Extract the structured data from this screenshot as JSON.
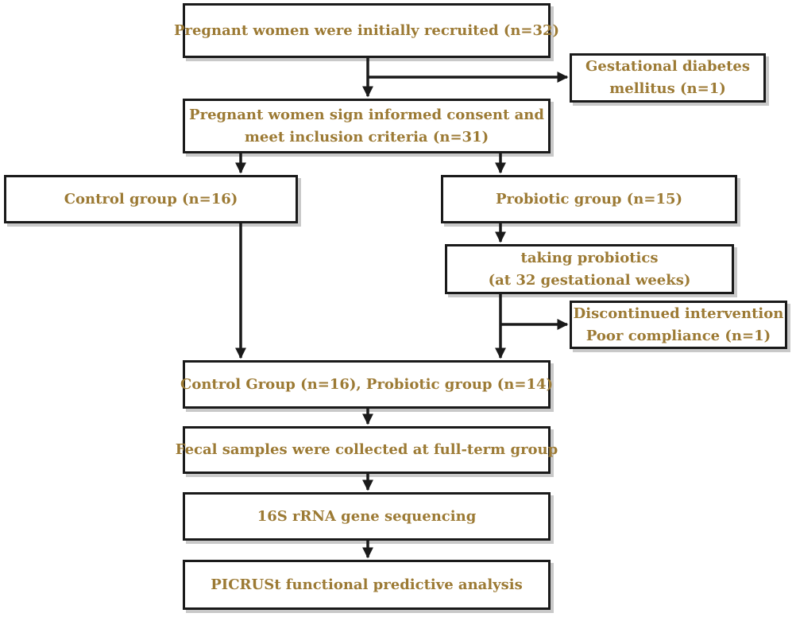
{
  "colors": {
    "text": "#9c7a34",
    "border": "#1a1a1a",
    "arrow": "#1a1a1a",
    "shadow": "#c9c9c9"
  },
  "boxes": {
    "recruited": [
      "Pregnant women were initially recruited (n=32)"
    ],
    "gdm": [
      "Gestational diabetes",
      "mellitus (n=1)"
    ],
    "consent": [
      "Pregnant women sign informed consent and",
      "meet inclusion criteria (n=31)"
    ],
    "control": [
      "Control group (n=16)"
    ],
    "probiotic": [
      "Probiotic group (n=15)"
    ],
    "taking": [
      "taking probiotics",
      "(at 32 gestational weeks)"
    ],
    "discontinued": [
      "Discontinued intervention",
      "Poor compliance (n=1)"
    ],
    "combined": [
      "Control Group (n=16), Probiotic group (n=14)"
    ],
    "fecal": [
      "Fecal samples were collected at full-term group"
    ],
    "sequencing": [
      "16S rRNA gene sequencing"
    ],
    "picrust": [
      "PICRUSt functional predictive analysis"
    ]
  }
}
